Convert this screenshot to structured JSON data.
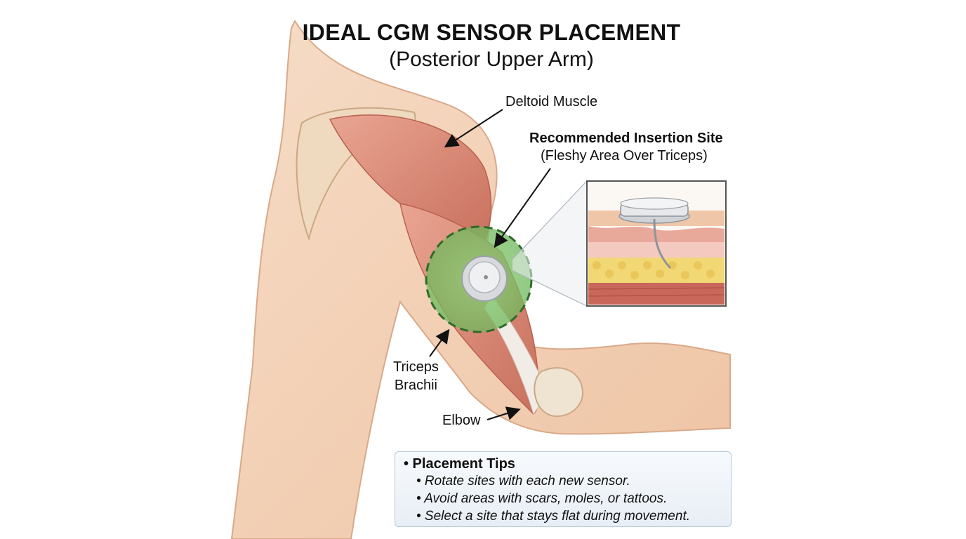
{
  "title": "IDEAL CGM SENSOR PLACEMENT",
  "subtitle": "(Posterior Upper Arm)",
  "labels": {
    "deltoid": "Deltoid Muscle",
    "site_title": "Recommended Insertion Site",
    "site_subtitle": "(Fleshy Area Over Triceps)",
    "triceps_line1": "Triceps",
    "triceps_line2": "Brachii",
    "elbow": "Elbow"
  },
  "tips": {
    "heading": "• Placement Tips",
    "items": [
      "• Rotate sites with each new sensor.",
      "• Avoid areas with scars, moles, or tattoos.",
      "• Select a site that stays flat during movement."
    ]
  },
  "colors": {
    "skin": "#f2cfb3",
    "muscle": "#d98c7a",
    "target_zone": "#7fc46a",
    "target_border": "#2f6b2a",
    "fat_layer": "#f2d874",
    "tips_border": "#b8c7d8"
  }
}
